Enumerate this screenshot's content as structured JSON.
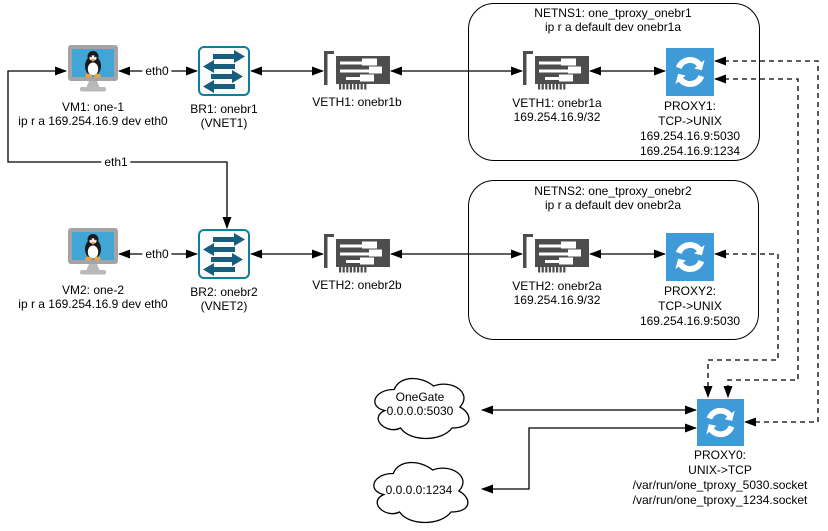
{
  "diagram_type": "network-architecture-diagram",
  "colors": {
    "proxy_blue": "#3f9bd8",
    "bridge_teal_border": "#0e7e9d",
    "bridge_arrow_teal": "#175e7e",
    "nic_gray": "#4d4d4d",
    "line_black": "#000000",
    "vm_screen_blue": "#41a5d5"
  },
  "nodes": {
    "vm1": {
      "label": "VM1: one-1\nip r a 169.254.16.9 dev eth0",
      "icon": "linux-vm-monitor-icon"
    },
    "br1": {
      "label": "BR1: onebr1\n(VNET1)",
      "icon": "bridge-switch-icon"
    },
    "veth1b": {
      "label": "VETH1: onebr1b",
      "icon": "network-card-icon"
    },
    "netns1": {
      "title": "NETNS1: one_tproxy_onebr1\nip r a default dev onebr1a"
    },
    "veth1a": {
      "label": "VETH1: onebr1a\n169.254.16.9/32",
      "icon": "network-card-icon"
    },
    "proxy1": {
      "label": "PROXY1:\nTCP->UNIX\n169.254.16.9:5030\n169.254.16.9:1234",
      "icon": "sync-proxy-icon"
    },
    "vm2": {
      "label": "VM2: one-2\nip r a 169.254.16.9 dev eth0",
      "icon": "linux-vm-monitor-icon"
    },
    "br2": {
      "label": "BR2: onebr2\n(VNET2)",
      "icon": "bridge-switch-icon"
    },
    "veth2b": {
      "label": "VETH2: onebr2b",
      "icon": "network-card-icon"
    },
    "netns2": {
      "title": "NETNS2: one_tproxy_onebr2\nip r a default dev onebr2a"
    },
    "veth2a": {
      "label": "VETH2: onebr2a\n169.254.16.9/32",
      "icon": "network-card-icon"
    },
    "proxy2": {
      "label": "PROXY2:\nTCP->UNIX\n169.254.16.9:5030",
      "icon": "sync-proxy-icon"
    },
    "onegate": {
      "label": "OneGate\n0.0.0.0:5030",
      "icon": "cloud-icon"
    },
    "cloud1234": {
      "label": "0.0.0.0:1234",
      "icon": "cloud-icon"
    },
    "proxy0": {
      "label": "PROXY0:\nUNIX->TCP\n/var/run/one_tproxy_5030.socket\n/var/run/one_tproxy_1234.socket",
      "icon": "sync-proxy-icon"
    }
  },
  "edge_labels": {
    "eth0_vm1": "eth0",
    "eth0_vm2": "eth0",
    "eth1_vm1": "eth1"
  }
}
